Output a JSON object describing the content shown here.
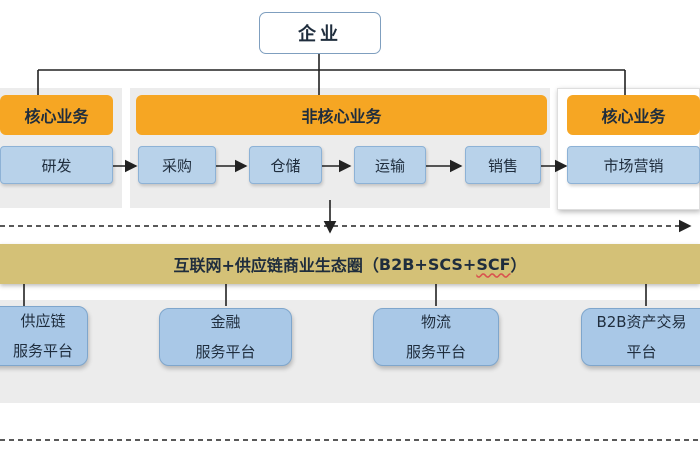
{
  "company": {
    "label": "企业"
  },
  "core_left": {
    "header": "核心业务",
    "item": "研发"
  },
  "non_core": {
    "header": "非核心业务",
    "items": [
      "采购",
      "仓储",
      "运输",
      "销售"
    ]
  },
  "core_right": {
    "header": "核心业务",
    "item": "市场营销"
  },
  "ecosystem": {
    "prefix": "互联网+供应链商业生态圈（",
    "b2b": "B2B",
    "plus1": "+",
    "scs": "SCS",
    "plus2": "+",
    "scf": "SCF",
    "suffix": "）"
  },
  "platforms": [
    {
      "line1": "供应链",
      "line2": "服务平台"
    },
    {
      "line1": "金融",
      "line2": "服务平台"
    },
    {
      "line1": "物流",
      "line2": "服务平台"
    },
    {
      "line1": "B2B资产交易",
      "line2": "平台"
    }
  ],
  "colors": {
    "orange": "#f6a623",
    "blue_box": "#b8d2ea",
    "banner": "#d4c177",
    "platform": "#a9c8e7",
    "panel": "#ececec"
  }
}
